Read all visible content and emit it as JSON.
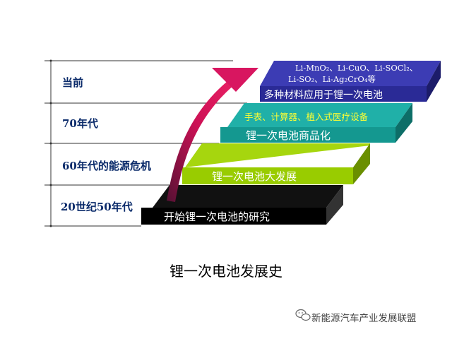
{
  "eras": [
    "当前",
    "70年代",
    "60年代的能源危机",
    "20世纪50年代"
  ],
  "steps": {
    "step1": "开始锂一次电池的研究",
    "step2": "锂一次电池大发展",
    "step3": "锂一次电池商品化",
    "step3_note": "手表、计算器、植入式医疗设备",
    "step4": "多种材料应用于锂一次电池",
    "step4_note_line1": "Li-MnO₂、Li-CuO、Li-SOCl₂、",
    "step4_note_line2": "Li-SO₂、Li-Ag₂CrO₄等"
  },
  "title": "锂一次电池发展史",
  "brand": "新能源汽车产业发展联盟",
  "colors": {
    "step1": "#0a0a0a",
    "step2": "#99cc00",
    "step3": "#1aa39a",
    "step4": "#3333aa",
    "arrow": "#cc1155",
    "era_text": "#0a2a6a"
  }
}
